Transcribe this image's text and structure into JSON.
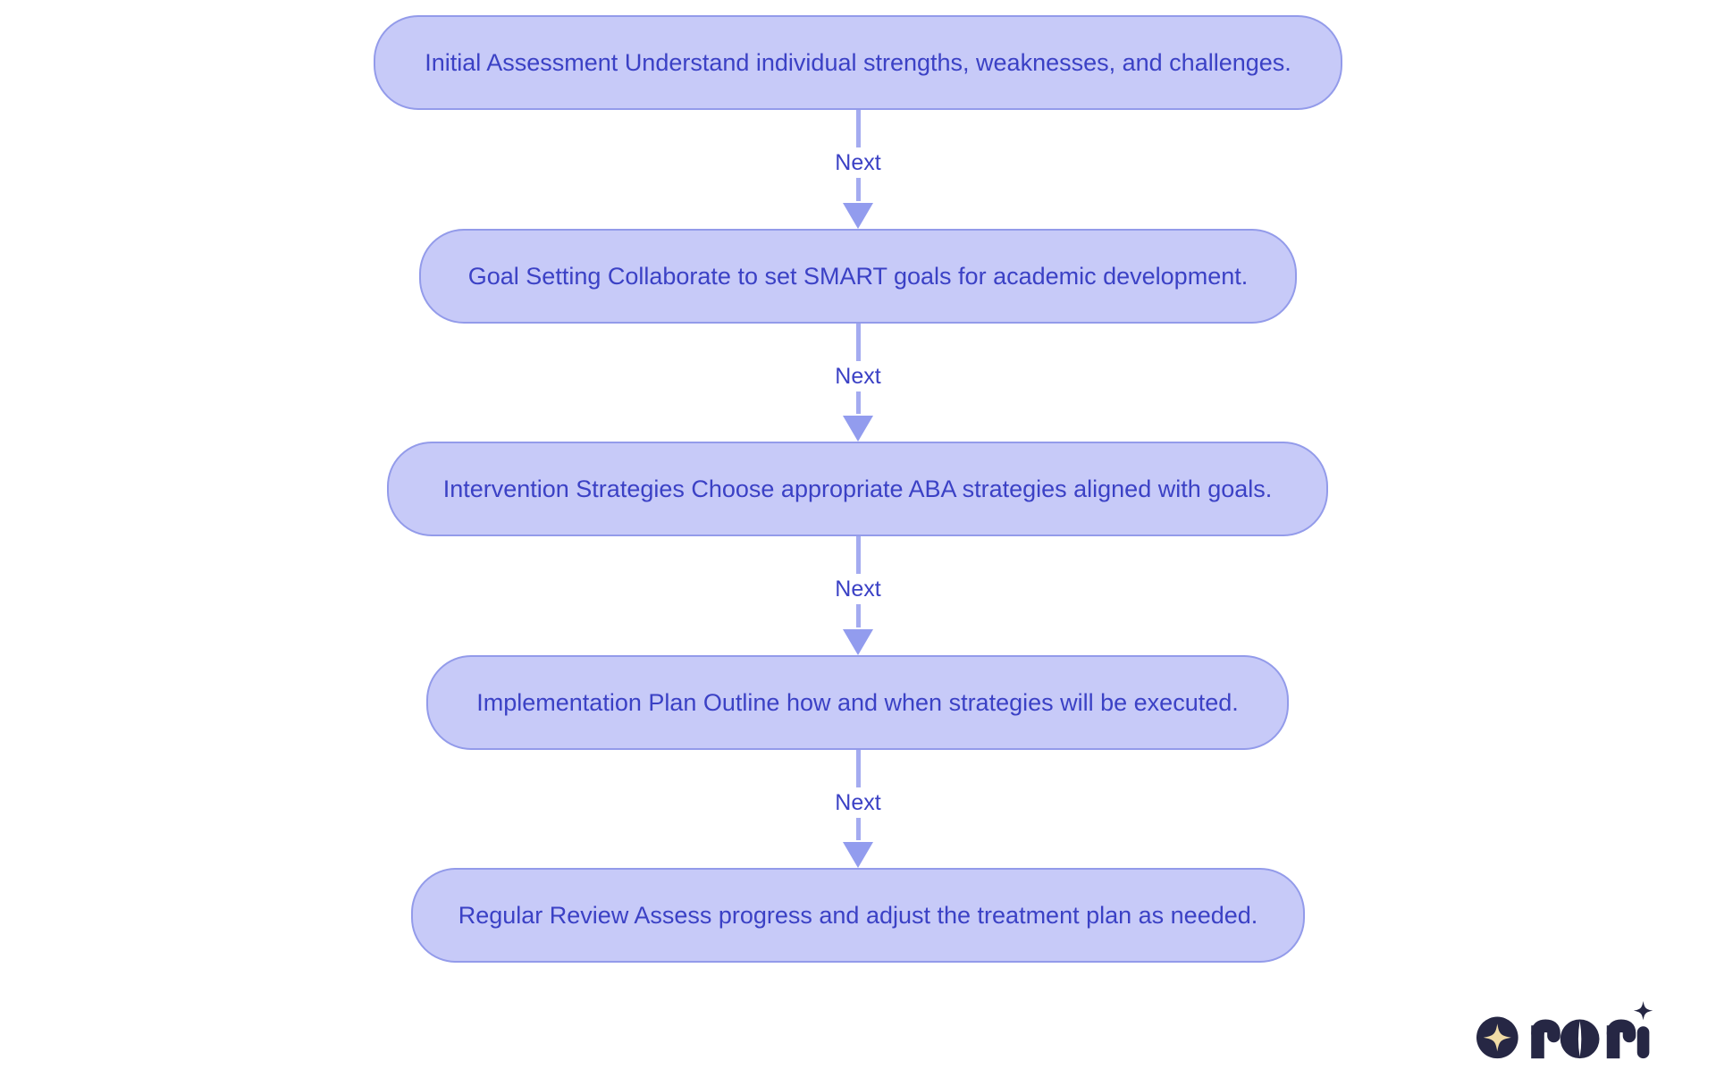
{
  "flowchart": {
    "steps": [
      {
        "label": "Initial Assessment Understand individual strengths, weaknesses, and challenges."
      },
      {
        "label": "Goal Setting Collaborate to set SMART goals for academic development."
      },
      {
        "label": "Intervention Strategies Choose appropriate ABA strategies aligned with goals."
      },
      {
        "label": "Implementation Plan Outline how and when strategies will be executed."
      },
      {
        "label": "Regular Review Assess progress and adjust the treatment plan as needed."
      }
    ],
    "connector_label": "Next",
    "connector_count": 4,
    "colors": {
      "node_fill": "#c7caf8",
      "node_border": "#939bea",
      "node_text": "#3b41c5",
      "connector_line": "#a4abf0",
      "arrowhead": "#929cee",
      "background": "#ffffff"
    }
  },
  "logo": {
    "text": "rori",
    "mark_color": "#262744",
    "star_color": "#f1dca6"
  }
}
